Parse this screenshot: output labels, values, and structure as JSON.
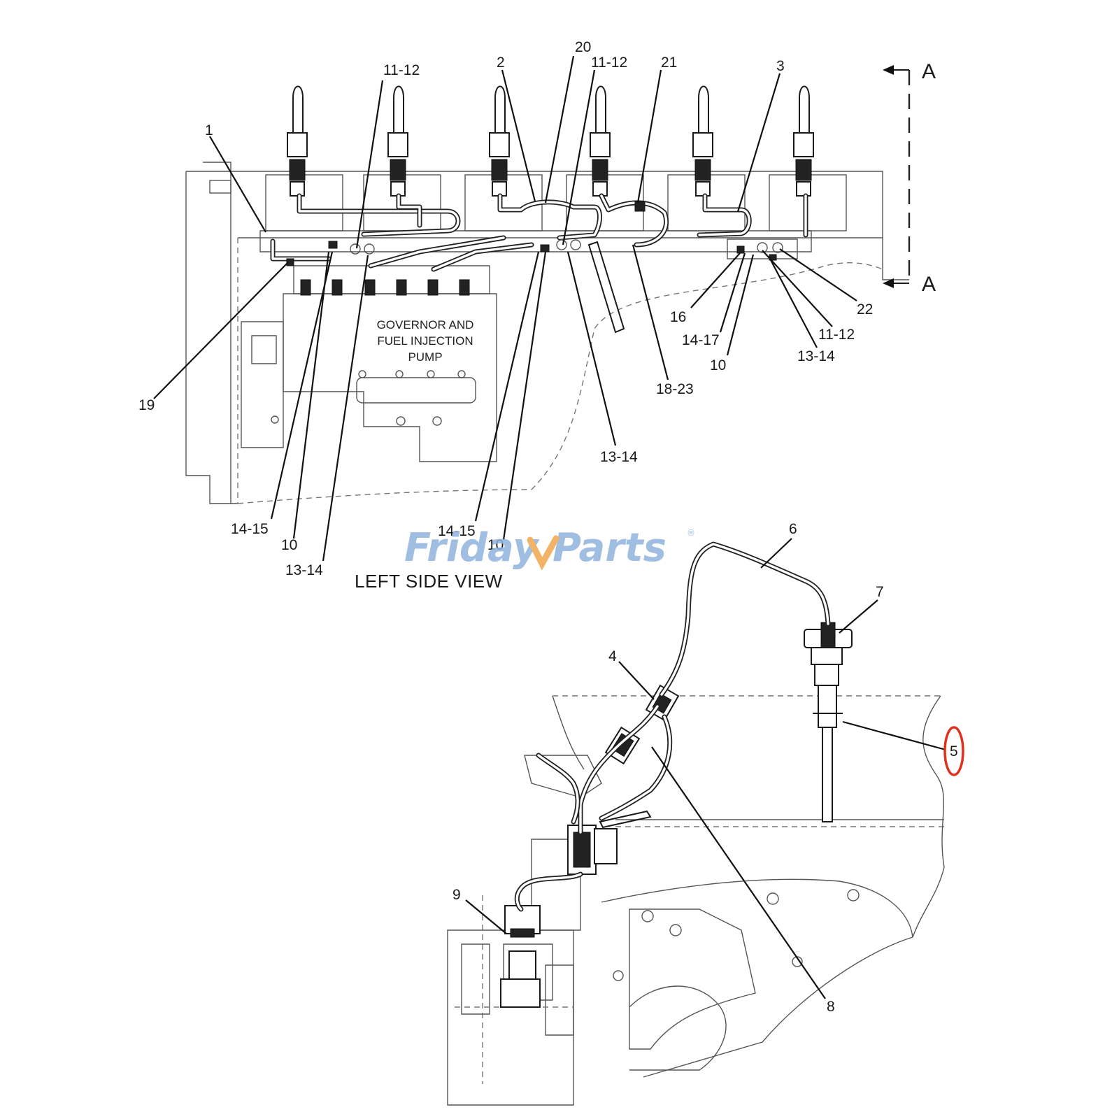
{
  "diagram": {
    "caption": "LEFT SIDE VIEW",
    "section_marker": "A",
    "pump_label": [
      "GOVERNOR AND",
      "FUEL INJECTION",
      "PUMP"
    ],
    "watermark": {
      "left": "Friday",
      "right": "Parts",
      "mark": "®"
    },
    "colors": {
      "watermark_blue": "#8fb3dd",
      "watermark_orange": "#f0a64c",
      "highlight": "#e0301e"
    },
    "callouts_top": [
      "1",
      "11-12",
      "2",
      "20",
      "11-12",
      "21",
      "3",
      "19",
      "14-15",
      "10",
      "13-14",
      "14-15",
      "10",
      "13-14",
      "18-23",
      "16",
      "14-17",
      "10",
      "13-14",
      "11-12",
      "22"
    ],
    "callouts_bottom": [
      "6",
      "7",
      "4",
      "5",
      "9",
      "8"
    ]
  }
}
